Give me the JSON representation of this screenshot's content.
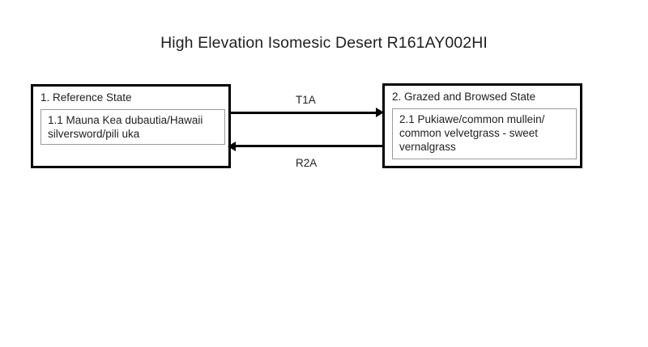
{
  "diagram": {
    "title": "High Elevation Isomesic Desert R161AY002HI",
    "type": "state-and-transition-model",
    "background_color": "#ffffff",
    "line_color": "#000000",
    "text_color": "#1f1f1f",
    "box_border_color": "#000000",
    "phase_border_color": "#9a9a9a",
    "states": [
      {
        "id": "1",
        "heading": "1.  Reference State",
        "phases": [
          {
            "id": "1.1",
            "text": "1.1 Mauna Kea dubautia/Hawaii silversword/pili uka"
          }
        ]
      },
      {
        "id": "2",
        "heading": "2.  Grazed and Browsed State",
        "phases": [
          {
            "id": "2.1",
            "text": "2.1 Pukiawe/common mullein/ common velvetgrass - sweet vernalgrass"
          }
        ]
      }
    ],
    "arrows": [
      {
        "id": "T1A",
        "label": "T1A",
        "from": "1",
        "to": "2",
        "direction": "right",
        "kind": "transition"
      },
      {
        "id": "R2A",
        "label": "R2A",
        "from": "2",
        "to": "1",
        "direction": "left",
        "kind": "restoration"
      }
    ]
  }
}
